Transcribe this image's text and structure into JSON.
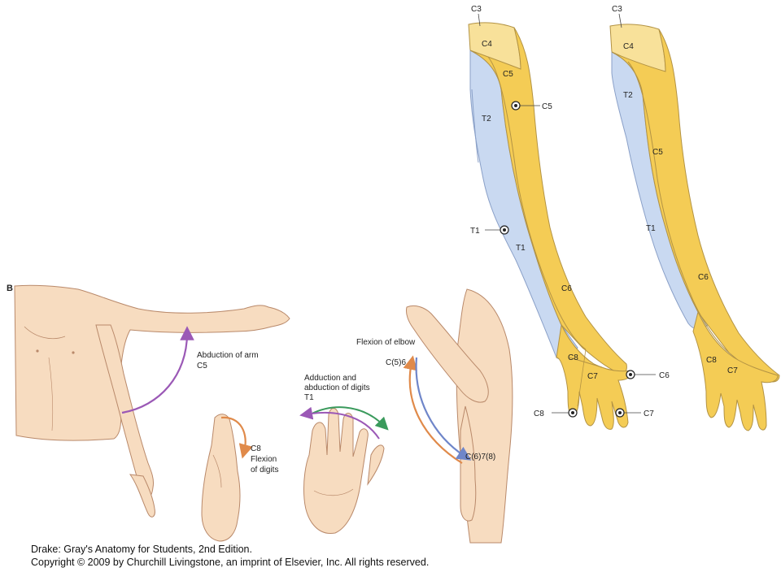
{
  "arm_maps": {
    "left": {
      "dermatomes": [
        "C3",
        "C4",
        "C5",
        "T2",
        "T1",
        "C6",
        "C8",
        "C7"
      ],
      "test_points": [
        "C5",
        "T1",
        "C6",
        "C8",
        "C7"
      ]
    },
    "right": {
      "dermatomes": [
        "C3",
        "C4",
        "T2",
        "C5",
        "T1",
        "C6",
        "C8",
        "C7"
      ]
    }
  },
  "panel_b": {
    "panel_letter": "B",
    "arm_abduction": {
      "line1": "Abduction of arm",
      "line2": "C5"
    },
    "digit_flexion": {
      "line1": "C8",
      "line2": "Flexion",
      "line3": "of digits"
    },
    "digit_ab_adduction": {
      "line1": "Adduction and",
      "line2": "abduction of digits",
      "line3": "T1"
    },
    "elbow": {
      "title": "Flexion of elbow",
      "upper_root": "C(5)6",
      "lower_root": "C(6)7(8)"
    }
  },
  "caption": {
    "line1": "Drake: Gray's Anatomy for Students, 2nd Edition.",
    "line2": "Copyright © 2009 by Churchill Livingstone, an imprint of Elsevier, Inc. All rights reserved."
  },
  "colors": {
    "skin": "#f7dcc0",
    "skin_outline": "#b9896a",
    "dermatome_yellow": "#f4cc55",
    "dermatome_light_yellow": "#f8e19a",
    "dermatome_blue": "#c9d9f1",
    "arrow_purple": "#9b59b6",
    "arrow_orange": "#e08a4a",
    "arrow_blue": "#6f86c9",
    "arrow_green": "#3a9a5c"
  }
}
